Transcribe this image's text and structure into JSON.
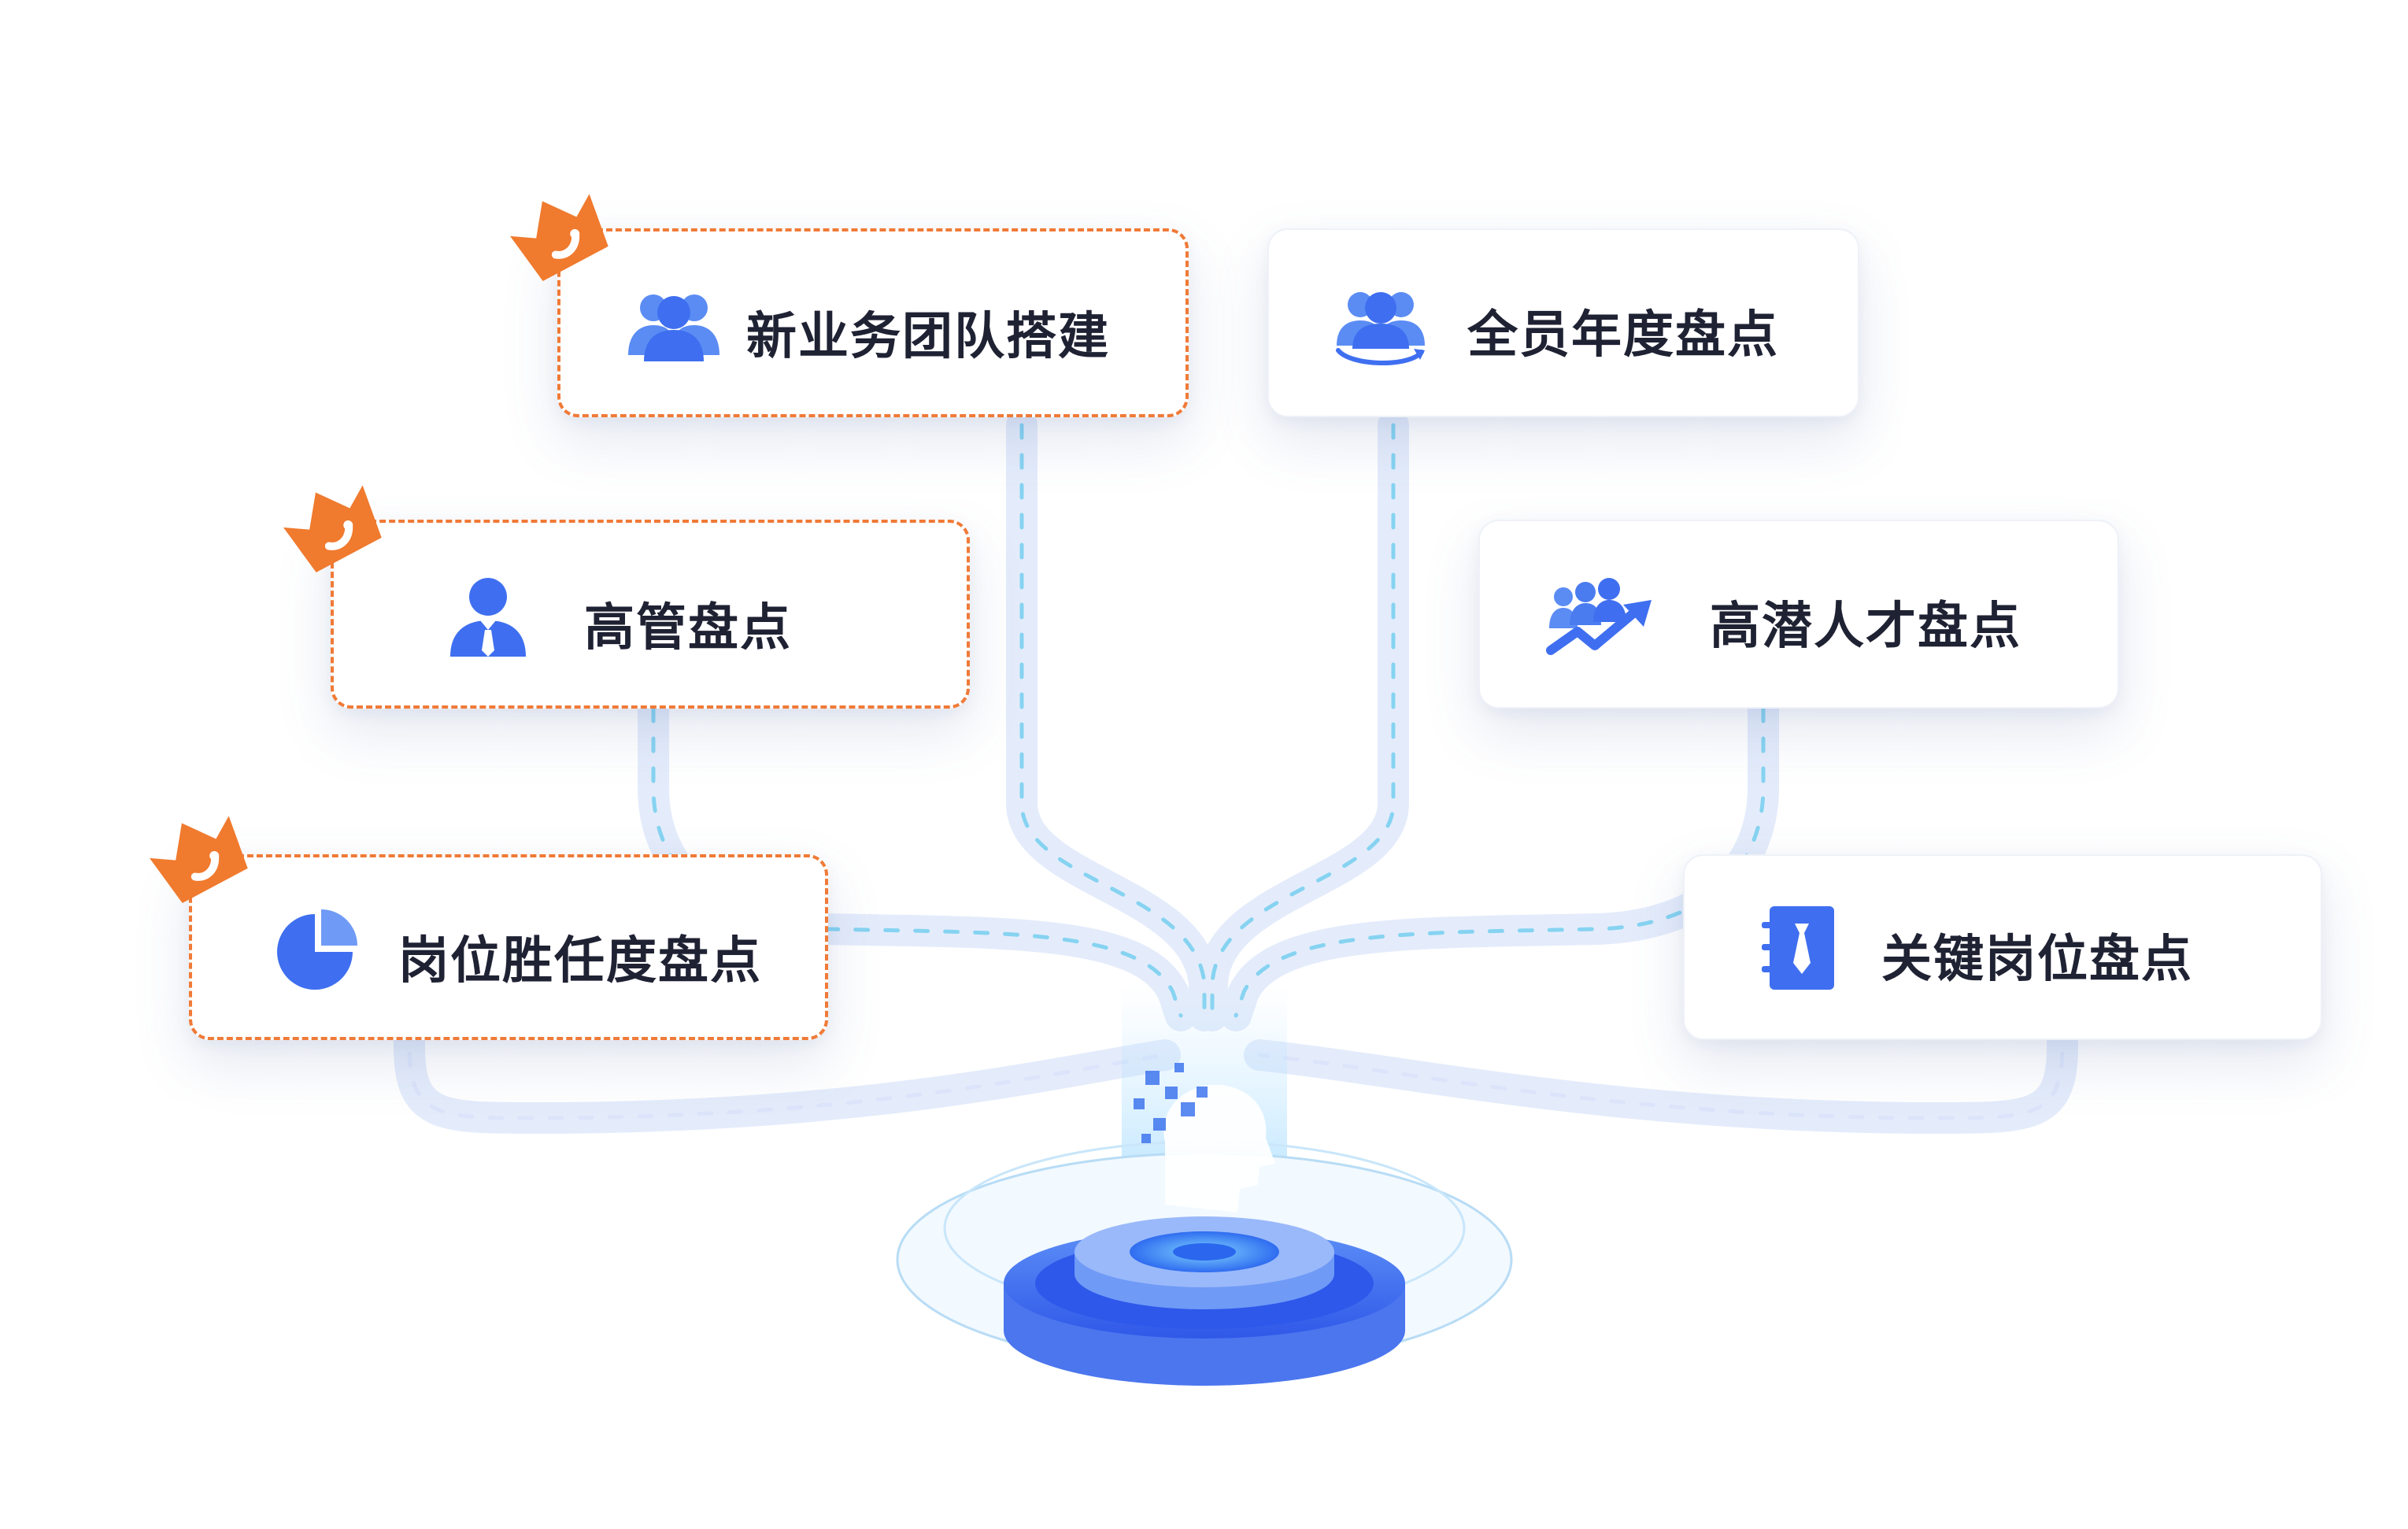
{
  "diagram": {
    "items": [
      {
        "label": "新业务团队搭建",
        "icon": "team-icon",
        "highlighted": true
      },
      {
        "label": "全员年度盘点",
        "icon": "team-cycle-icon",
        "highlighted": false
      },
      {
        "label": "高管盘点",
        "icon": "executive-icon",
        "highlighted": true
      },
      {
        "label": "高潜人才盘点",
        "icon": "growth-team-icon",
        "highlighted": false
      },
      {
        "label": "岗位胜任度盘点",
        "icon": "pie-chart-icon",
        "highlighted": true
      },
      {
        "label": "关键岗位盘点",
        "icon": "notebook-tie-icon",
        "highlighted": false
      }
    ],
    "colors": {
      "accent": "#4a7cf0",
      "highlight": "#f07a37",
      "road": "#e3ebfb",
      "road_dash": "#7fd0f0",
      "text": "#1f2233"
    }
  }
}
